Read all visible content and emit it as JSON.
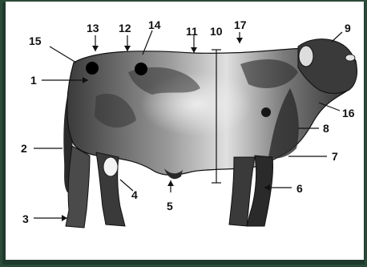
{
  "diagram": {
    "callouts": [
      {
        "id": "1",
        "label": "1"
      },
      {
        "id": "2",
        "label": "2"
      },
      {
        "id": "3",
        "label": "3"
      },
      {
        "id": "4",
        "label": "4"
      },
      {
        "id": "5",
        "label": "5"
      },
      {
        "id": "6",
        "label": "6"
      },
      {
        "id": "7",
        "label": "7"
      },
      {
        "id": "8",
        "label": "8"
      },
      {
        "id": "9",
        "label": "9"
      },
      {
        "id": "10",
        "label": "10"
      },
      {
        "id": "11",
        "label": "11"
      },
      {
        "id": "12",
        "label": "12"
      },
      {
        "id": "13",
        "label": "13"
      },
      {
        "id": "14",
        "label": "14"
      },
      {
        "id": "15",
        "label": "15"
      },
      {
        "id": "16",
        "label": "16"
      },
      {
        "id": "17",
        "label": "17"
      }
    ],
    "colors": {
      "frame": "#1f3a2c",
      "paper": "#ffffff",
      "ink": "#111111",
      "hide_dark": "#2a2a2a",
      "hide_light": "#d8d8d8"
    },
    "image": {
      "subject": "bull-side-view-illustration"
    }
  }
}
